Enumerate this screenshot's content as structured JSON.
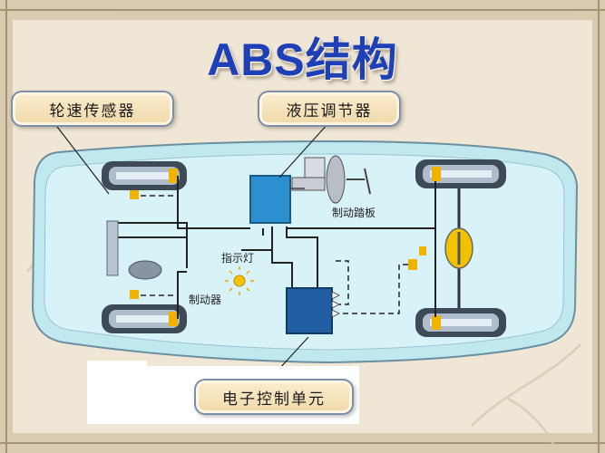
{
  "title": "ABS结构",
  "labels": {
    "wheel_speed_sensor": "轮速传感器",
    "hydraulic_modulator": "液压调节器",
    "brake_pedal": "制动踏板",
    "indicator_lamp": "指示灯",
    "brake": "制动器",
    "ecu": "电子控制单元"
  },
  "colors": {
    "title": "#1f3fb6",
    "car_body": "#bfe8ef",
    "modulator": "#2b8fd0",
    "ecu": "#1f5ea3",
    "sensor": "#f0b400",
    "lamp": "#f5c400"
  }
}
